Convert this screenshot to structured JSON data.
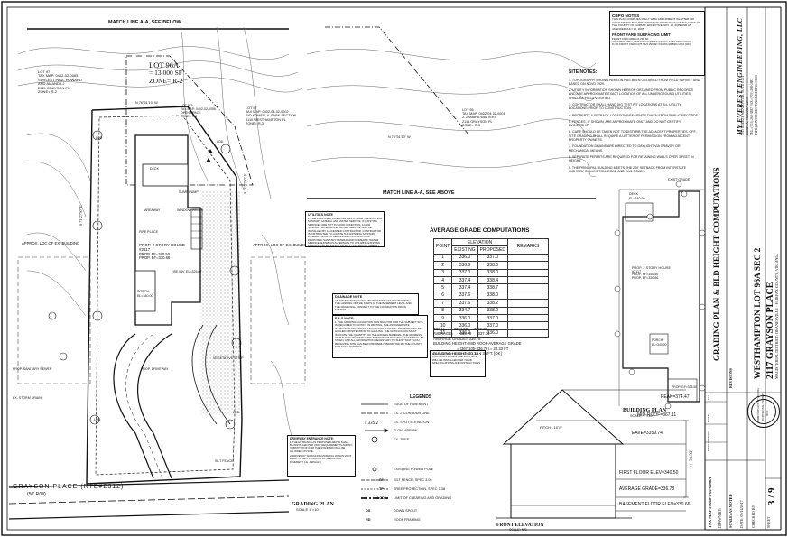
{
  "plan": {
    "match_line_top": "MATCH LINE A-A, SEE BELOW",
    "match_line_mid": "MATCH LINE A-A, SEE ABOVE",
    "lot96a": [
      "LOT 96A",
      "= 13,000 SF",
      "ZONE= R-2"
    ],
    "lot_left": [
      "LOT 97",
      "TAX MAP: 0402-02-0065",
      "SURLEST PAUL HOWARD",
      "AND AMANDA J",
      "2115 GRAYSON PL",
      "ZONE= R-2"
    ],
    "lot_right_a": [
      "LOT 97",
      "TAX MAP: 0402-04-02-0002",
      "RIO KOMEN, A. PARK SECTION",
      "5110 WESTHAMPTON PL",
      "ZONE= R-3"
    ],
    "lot_right_b": [
      "LOT 95",
      "TAX MAP: 0402-04-02-0001",
      "J. ZANBRA WALTERS",
      "2113 GRAYSON PL",
      "ZONE= R-3"
    ],
    "lot_top_mid": [
      "LOT 97A",
      "TAX MAP: 0402-02-0056",
      "OPEN SPACE",
      "ZONE= R-2"
    ],
    "bearing_top": "N 76°51'10\" W",
    "bearing_mid": "N 76°51'10\" W",
    "bearing_left": "S 73°27'50\" E",
    "bearing_right": "S 13°27'50\" E",
    "prop_house": [
      "PROP. 2 STORY HOUSE",
      "#2117",
      "PROP. FF=340.50",
      "PROP. BF=330.66"
    ],
    "labels": {
      "deck": "DECK",
      "sump": "SUMP PUMP",
      "areaway": "AREAWAY",
      "fireplace": "FIRE PLACE",
      "window_wells": "WINDOW WELLS",
      "porch": "PORCH",
      "porch_el": "EL=340.00",
      "driveway": "PROP. DRIVEWAY",
      "hse_inv": "HSE INV. EL=329.07",
      "retaining_wall": "VEGETATIVE STRIP",
      "silt_fence": "SILT FENCE",
      "approx_bldg_left": "APPROX. LOC OF EX. BUILDING",
      "approx_bldg_right": "APPROX. LOC OF EX. BUILDING",
      "sewer": "PROP. SANITARY SEWER",
      "storm": "EX. STORM DRAIN"
    },
    "street": "GRAYSON PLACE (RTE#2312)",
    "street_row": "(50' R/W)",
    "grading_plan_title": "GRADING PLAN",
    "grading_plan_scale": "SCALE 1\"=10'",
    "lod_label": "LOD"
  },
  "utility_note": {
    "title": "UTILITIES NOTE",
    "text": "1. THE PROPOSED DWELLING WILL UTILIZE THE EXISTING SANITARY LATERAL AND WATER SERVICE. IF EXISTING SERVICES ARE NOT IN GOOD CONDITION, A NEW SANITARY LATERAL AND WATER SERVICE WILL BE INSTALLED BY A LICENSED CONTRACTOR. CONTRACTOR IS INSTRUCTED TO LOCATE THE EXISTING SANITARY LATERAL PRIOR TO BEGINNING CONSTRUCTION. PROPOSED SANITARY LATERAL AND DOMESTIC WATER SERVICE SHOWN AS ALTERNATE TO UTILIZING EXISTING SERVICE. (TO BE INSTALLED BY A LICENSED PLUMBER.)"
  },
  "drainage_note": {
    "title": "DRAINAGE NOTE",
    "text": "AN AREAWAY DRAIN WILL BE PROVIDED ASSOCIATED WITH THE LANDING OF THE STEPS AT THE BASEMENT LEVEL AND THE DRAIN WILL CONNECT TO THE FOUNDATION DRAIN SYSTEM."
  },
  "es_note": {
    "title": "E & S NOTE:",
    "text": "1. THE GRADING/EXCAVATION CONTRACTOR FOR THE SUBJECT SITE IS REQUIRED TO NOTIFY, IN WRITING, THE ASSIGNED SITE INSPECTOR REGARDING ANY EXCESS MATERIAL PROPOSED TO BE HAULED OFFSITE PRIOR TO HAULING. THE NOTIFICATION MUST INDICATE THE QUANTITY OF THE EXCESS MATERIAL, THE ADDRESS OF THE SITE RECEIVING THE MATERIAL WHERE THE EXCESS WILL BE TAKEN, AND ALL INFORMATION NECESSARY TO SHOW THAT SUCH RECEIVING SITE HAS BEEN PROPERLY PERMITTED BY THE COUNTY FOR SUCH PURPOSE."
  },
  "es_note2": "E & S FOR VDOT R.O.W. NOTE: 1. E & S CONTROLS WITHIN THE VDOT ROW WILL BE INSTALLED PER THEIR SPECIFICATIONS AND INSTRUCTIONS.",
  "driveway_note": {
    "title": "DRIVEWAY ENTRANCE NOTE:",
    "text": "1. THE ENTRANCE AS PROPOSED ABOVE SHALL BE INSTALLED PER VDOT REQUIREMENTS AND NO SUBSTITUTION FOR THE STANDARD WILL BE ALLOWED ON SITE.",
    "text2": "2. DRIVEWAY SURFACING MATERIAL WITHIN VDOT RIGHT OF WAY TO MATCH WITH EXISTING PAVEMENT (I.E. ASPHALT)"
  },
  "legend": {
    "title": "LEGENDS",
    "items": [
      "EDGE OF PAVEMENT",
      "EX. 2' CONTOUR LINE",
      "EX. SPOT ELEVATION",
      "FLOW ARROW",
      "EX. TREE",
      "EXISTING POWER POLE",
      "SILT FENCE, SPEC 3.05",
      "TREE PROTECTION, SPEC 3.38",
      "LIMIT OF CLEARING AND GRADING",
      "DOWN SPOUT",
      "ROOF FRAMING"
    ],
    "codes": [
      "",
      "",
      "",
      "",
      "",
      "",
      "SF",
      "TP",
      "LOD",
      "DS",
      "RD"
    ]
  },
  "cbpo": {
    "title": "CBPO NOTES",
    "text": "THIS PLAN COMPLIES FULLY WITH AMENDMENT CHAPTER 118 (CHESAPEAKE BAY PRESERVATION ORDINANCE) OF THE CODE OF THE COUNTY OF FAIRFAX, EFFECTIVE NOV. 18, 2003 AND AS AMENDED JULY 12, 2005.",
    "surf_title": "FRONT YARD SURFACING LIMIT",
    "surf_lines": [
      "FRONT YARD AREA=2,296 SF",
      "COVERED AREA, DRIVEWAY=475 SF (VEHICLE RELATED ONLY)",
      "% OF FRONT YARD=475 SF/2,296 SF=X100%=20.69%<25% [OK]"
    ]
  },
  "site_notes": {
    "title": "SITE NOTES:",
    "items": [
      "1. TOPOGRAPHY SHOWN HEREON HAS BEEN OBTAINED FROM FIELD SURVEY AND BASED ON NGVD 1929.",
      "2. UTILITY INFORMATION SHOWN HEREON OBTAINED FROM PUBLIC RECORDS AND ARE APPROXIMATE EXACT LOCATION OF ALL UNDERGROUND UTILITIES SHALL BE FIELD VERIFIED.",
      "3. CONTRACTOR SHALL HAND DIG TEST PIT LOCATIONS AT ALL UTILITY LOCATIONS PRIOR TO CONSTRUCTION.",
      "4. PROPERTY & SETBACK LOCATIONS/BEARINGS TAKEN FROM PUBLIC RECORDS.",
      "5. FENCES, IF SHOWN, ARE APPROXIMATE ONLY AND DO NOT CERTIFY OWNERSHIP.",
      "6. CARE SHOULD BE TAKEN NOT TO DISTURB THE ADJACENT PROPERTIES. OFF-SITE GRADING SHALL REQUIRE A LETTER OF PERMISSION FROM ADJACENT PROPERTY OWNERS.",
      "7. FOUNDATION DRAINS ARE DIRECTED TO DAYLIGHT VIA GRAVITY OR MECHANICAL MEANS.",
      "8. SEPARATE PERMITS ARE REQUIRED FOR RETAINING WALLS OVER 3 FEET IN HEIGHT.",
      "9. THE PRINCIPAL BUILDING MEETS THE 200' SETBACK FROM INTERSTATE HIGHWAY, DULLES TOLL ROAD AND RAIL ROADS."
    ]
  },
  "avg_grade": {
    "title": "AVERAGE GRADE COMPUTATIONS",
    "col_point": "POINT",
    "col_elev": "ELEVATION",
    "col_existing": "EXISTING",
    "col_proposed": "PROPOSED",
    "col_remarks": "REMARKS",
    "rows": [
      [
        "1",
        "336.0",
        "337.0"
      ],
      [
        "2",
        "336.6",
        "338.0"
      ],
      [
        "3",
        "337.0",
        "338.0"
      ],
      [
        "4",
        "337.4",
        "338.4"
      ],
      [
        "5",
        "337.4",
        "338.7"
      ],
      [
        "6",
        "337.6",
        "338.0"
      ],
      [
        "7",
        "337.6",
        "338.2"
      ],
      [
        "8",
        "334.7",
        "338.0"
      ],
      [
        "9",
        "336.0",
        "337.0"
      ],
      [
        "10",
        "336.0",
        "337.0"
      ],
      [
        "11",
        "336.0",
        "336.0"
      ]
    ],
    "total": [
      "TOTAL=",
      "3704.60",
      "3716.80"
    ],
    "average": [
      "AVERAGE=",
      "336.78",
      "337.71"
    ],
    "summary": [
      "AVERAGE GRADE= 336.78",
      "BUILDING HEIGHT=MID ROOF-AVERAGE GRADE",
      "= (367.105-336.78) = 30.33 FT",
      "BUILDING HEIGHT=30.33 < 35 FT. [OK]"
    ]
  },
  "building_plan": {
    "title": "BUILDING PLAN",
    "scale": "SCALE: 1\"=10'",
    "deck": [
      "DECK",
      "EL=340.50"
    ],
    "grade": "EXIST GRADE",
    "house": [
      "PROP. 2 STORY HOUSE",
      "#2117",
      "PROP. FF=340.50",
      "PROP. BF=330.66"
    ],
    "porch": [
      "PORCH",
      "EL=340.00"
    ],
    "gf": "PROP. GF=338.50"
  },
  "elevation": {
    "title": "FRONT ELEVATION",
    "scale": "SCALE: N/S",
    "peak": "PEAK=374.47",
    "mid_roof": "MID-ROOF=367.11",
    "eave": "EAVE=3359.74",
    "pitch": "PITCH - 10\"/F",
    "first_floor": "FIRST FLOOR ELEV=340.50",
    "avg_grade": "AVERAGE GRADE=336.78",
    "basement": "BASEMENT FLOOR ELEV=330.66",
    "height_dim": "+/- 30.33'"
  },
  "title_block": {
    "company": "MY EVEREST ENGINEERING, LLC",
    "addr": [
      "7913 BREEZY MEADOW DR, SUITE # 201",
      "FAIRFAX, VIRGINIA 22030",
      "TEL: (703) 268-3887 FAX: (703) 268-3887",
      "INFO@MYEVERESTENGINEERING.COM"
    ],
    "plan_title": "GRADING PLAN & BLD HEIGHT COMPUTATIONS",
    "project": "WESTHAMPTON LOT 96A SEC 2",
    "address": "2117 GRAYSON PLACE",
    "district": "MAGISTERIAL DISTRICT: DRANESVILLE · FAIRFAX COUNTY, VIRGINIA",
    "revisions": "REVISIONS",
    "no": "NO.",
    "date": "DATE",
    "desc": "DESCRIPTION",
    "tax_map": "TAX MAP #: 040-2-02-0096A",
    "drawn": "DRAWN BY:",
    "scale": "SCALE: AS NOTED",
    "date_val": "DATE: 09/14/2017",
    "checked": "CHECKED BY:",
    "sheet_label": "SHEET",
    "sheet": "3 / 9",
    "seal": [
      "COMMONWEALTH OF VIRGINIA",
      "PROFESSIONAL ENGINEER",
      "SEAL"
    ]
  }
}
